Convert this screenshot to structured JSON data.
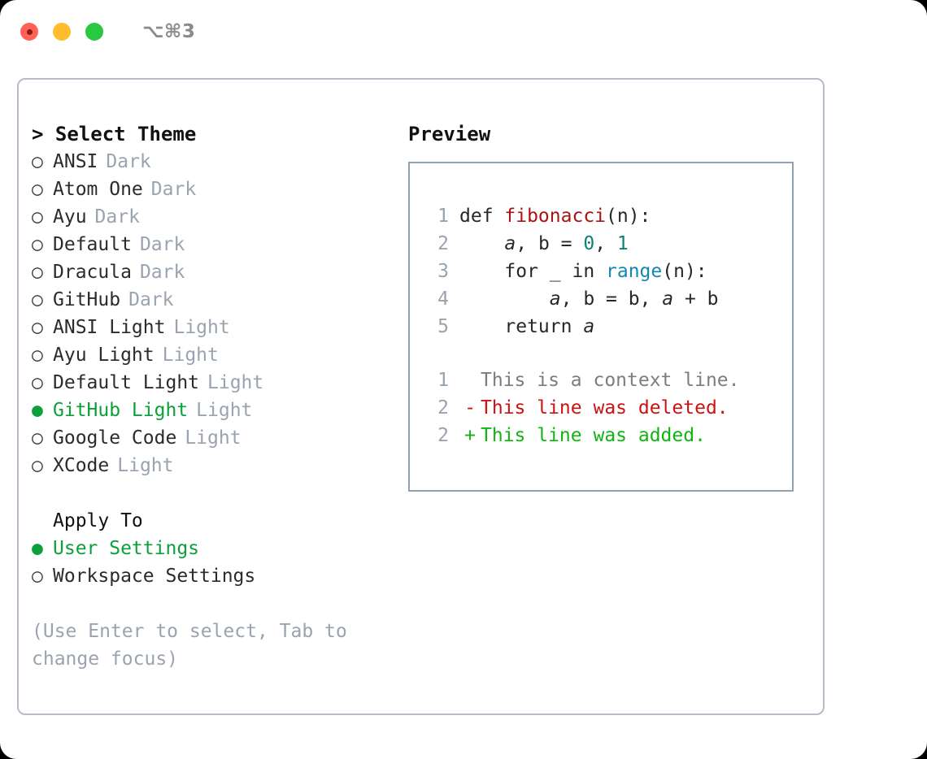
{
  "window": {
    "shortcut_label": "⌥⌘3",
    "traffic_lights": [
      {
        "name": "close",
        "color": "#ff6158"
      },
      {
        "name": "minimize",
        "color": "#ffbd2e"
      },
      {
        "name": "maximize",
        "color": "#28c840"
      }
    ]
  },
  "theme_picker": {
    "header": "> Select Theme",
    "items": [
      {
        "marker": "○",
        "name": "ANSI",
        "variant": "Dark",
        "selected": false
      },
      {
        "marker": "○",
        "name": "Atom One",
        "variant": "Dark",
        "selected": false
      },
      {
        "marker": "○",
        "name": "Ayu",
        "variant": "Dark",
        "selected": false
      },
      {
        "marker": "○",
        "name": "Default",
        "variant": "Dark",
        "selected": false
      },
      {
        "marker": "○",
        "name": "Dracula",
        "variant": "Dark",
        "selected": false
      },
      {
        "marker": "○",
        "name": "GitHub",
        "variant": "Dark",
        "selected": false
      },
      {
        "marker": "○",
        "name": "ANSI Light",
        "variant": "Light",
        "selected": false
      },
      {
        "marker": "○",
        "name": "Ayu Light",
        "variant": "Light",
        "selected": false
      },
      {
        "marker": "○",
        "name": "Default Light",
        "variant": "Light",
        "selected": false
      },
      {
        "marker": "●",
        "name": "GitHub Light",
        "variant": "Light",
        "selected": true
      },
      {
        "marker": "○",
        "name": "Google Code",
        "variant": "Light",
        "selected": false
      },
      {
        "marker": "○",
        "name": "XCode",
        "variant": "Light",
        "selected": false
      }
    ]
  },
  "apply_to": {
    "label": "Apply To",
    "options": [
      {
        "marker": "●",
        "name": "User Settings",
        "selected": true
      },
      {
        "marker": "○",
        "name": "Workspace Settings",
        "selected": false
      }
    ]
  },
  "hint": "(Use Enter to select, Tab to change focus)",
  "preview": {
    "title": "Preview",
    "code_lines": [
      {
        "no": "1",
        "tokens": [
          {
            "t": "def ",
            "k": "plain"
          },
          {
            "t": "fibonacci",
            "k": "fn"
          },
          {
            "t": "(n):",
            "k": "plain"
          }
        ]
      },
      {
        "no": "2",
        "tokens": [
          {
            "t": "    ",
            "k": "plain"
          },
          {
            "t": "a",
            "k": "var"
          },
          {
            "t": ", ",
            "k": "plain"
          },
          {
            "t": "b",
            "k": "plain"
          },
          {
            "t": " = ",
            "k": "plain"
          },
          {
            "t": "0",
            "k": "num"
          },
          {
            "t": ", ",
            "k": "plain"
          },
          {
            "t": "1",
            "k": "num"
          }
        ]
      },
      {
        "no": "3",
        "tokens": [
          {
            "t": "    for _ in ",
            "k": "plain"
          },
          {
            "t": "range",
            "k": "call"
          },
          {
            "t": "(n):",
            "k": "plain"
          }
        ]
      },
      {
        "no": "4",
        "tokens": [
          {
            "t": "        ",
            "k": "plain"
          },
          {
            "t": "a",
            "k": "var"
          },
          {
            "t": ", b = b, ",
            "k": "plain"
          },
          {
            "t": "a",
            "k": "var"
          },
          {
            "t": " + b",
            "k": "plain"
          }
        ]
      },
      {
        "no": "5",
        "tokens": [
          {
            "t": "    return ",
            "k": "plain"
          },
          {
            "t": "a",
            "k": "var"
          }
        ]
      }
    ],
    "diff_lines": [
      {
        "no": "1",
        "marker": " ",
        "text": "This is a context line.",
        "kind": "ctx"
      },
      {
        "no": "2",
        "marker": "-",
        "text": "This line was deleted.",
        "kind": "del"
      },
      {
        "no": "2",
        "marker": "+",
        "text": "This line was added.",
        "kind": "add"
      }
    ]
  },
  "colors": {
    "accent_green": "#0ca03c",
    "muted": "#9aa3b0",
    "panel_border": "#b4bcc8",
    "preview_border": "#93a0b0",
    "syntax_function": "#a81414",
    "syntax_number": "#0f8074",
    "syntax_call": "#1287b5",
    "diff_deleted": "#cc1212",
    "diff_added": "#11b411",
    "diff_context": "#7d7d7d"
  }
}
